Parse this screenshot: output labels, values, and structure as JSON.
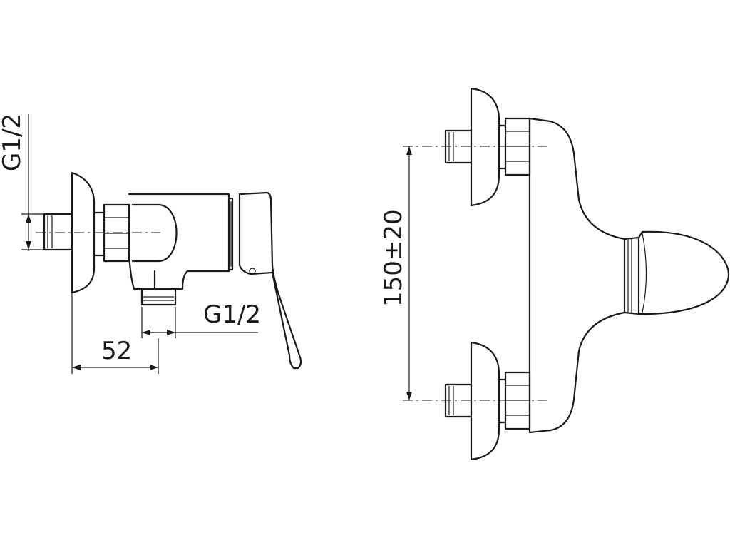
{
  "dimensions": {
    "side_thread_label": "G1/2",
    "outlet_thread_label": "G1/2",
    "depth_label": "52",
    "spacing_label": "150±20"
  }
}
